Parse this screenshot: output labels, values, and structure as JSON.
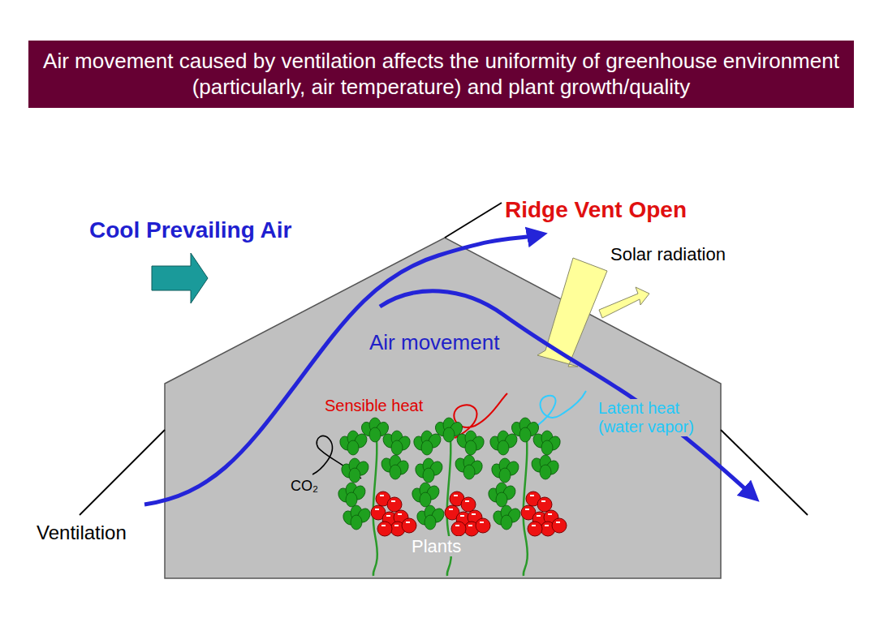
{
  "diagram": {
    "title": "Air movement caused by ventilation affects the uniformity of greenhouse environment (particularly, air temperature) and plant growth/quality",
    "labels": [
      "Cool Prevailing Air",
      "Ridge Vent Open",
      "Solar radiation",
      "Air movement",
      "Sensible heat",
      "Latent heat (water vapor)",
      "CO₂",
      "Plants",
      "Ventilation"
    ]
  }
}
